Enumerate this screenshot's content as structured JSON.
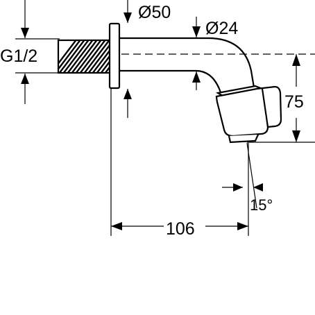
{
  "dimensions": {
    "thread": "G1/2",
    "flange_diameter": "Ø50",
    "pipe_diameter": "Ø24",
    "height": "75",
    "length": "106",
    "angle": "15°"
  },
  "colors": {
    "line": "#000000",
    "background": "#ffffff"
  }
}
